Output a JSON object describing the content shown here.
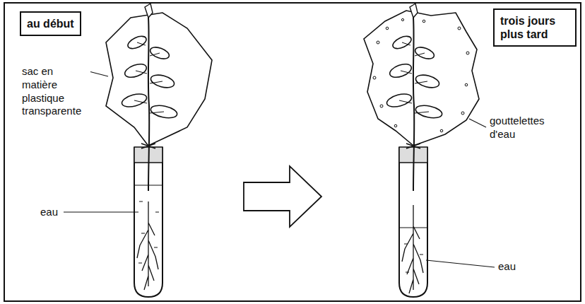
{
  "diagram": {
    "nodes": [
      {
        "text": [
          "au début"
        ]
      },
      {
        "text": [
          "trois jours plus tard"
        ]
      }
    ],
    "labels": [
      "sac en matière plastique transparente",
      "eau",
      "gouttelettes d'eau",
      "eau"
    ]
  }
}
